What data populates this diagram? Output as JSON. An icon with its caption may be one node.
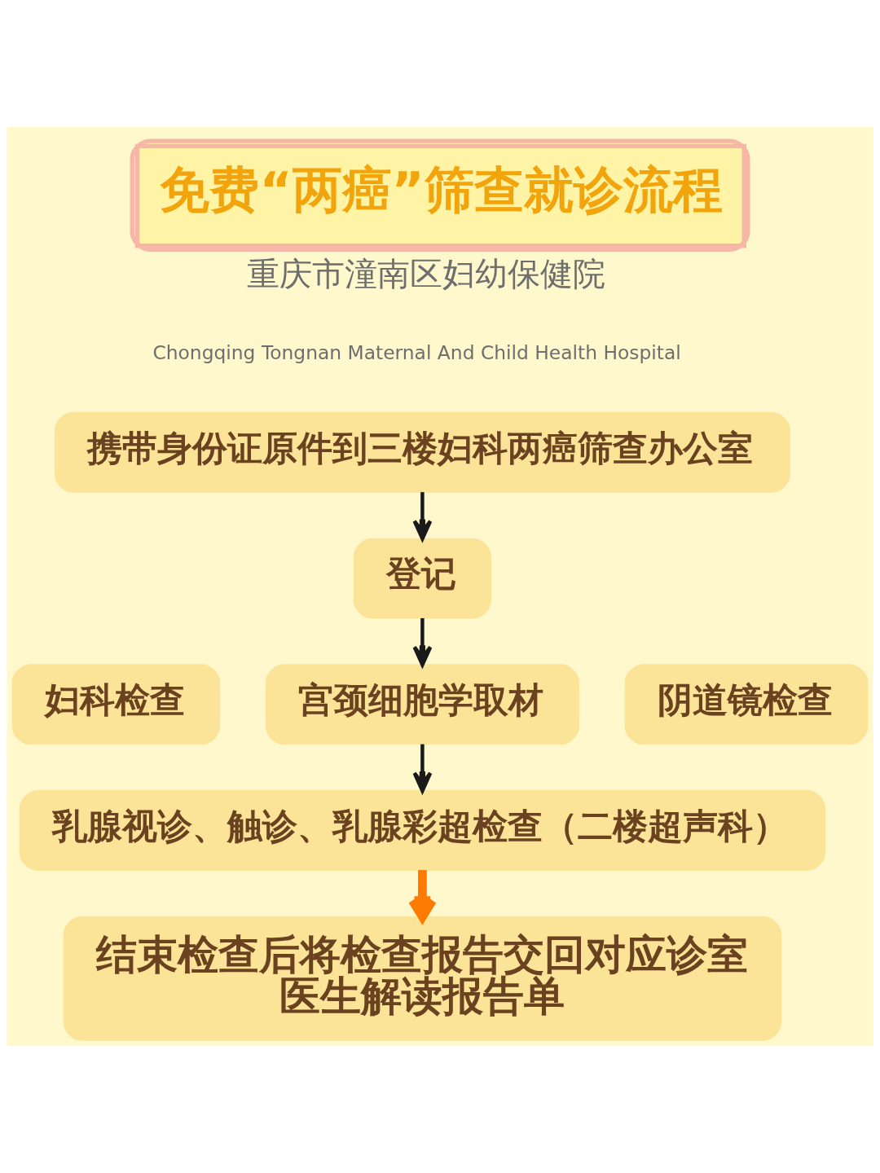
{
  "diagram": {
    "title": "免费“两癌”筛查就诊流程",
    "nodes": [
      {
        "text": [
          "携带身份证原件到三楼妇科两癌筛查办公室"
        ]
      },
      {
        "text": [
          "登记"
        ]
      },
      {
        "text": [
          "妇科检查"
        ]
      },
      {
        "text": [
          "宫颈细胞学取材"
        ]
      },
      {
        "text": [
          "阴道镜检查"
        ]
      },
      {
        "text": [
          "乳腺视诊、触诊、乳腺彩超检查（二楼超声科）"
        ]
      },
      {
        "text": [
          "结束检查后将检查报告交回对应诊室医生解读报告单"
        ]
      }
    ],
    "edges": [
      {
        "from": 0,
        "to": 1,
        "arrow": "to"
      },
      {
        "from": 1,
        "to": 3,
        "arrow": "to"
      },
      {
        "from": 3,
        "to": 5,
        "arrow": "to"
      },
      {
        "from": 5,
        "to": 6,
        "arrow": "to",
        "style": "thick",
        "color": "#ff7a00"
      }
    ],
    "labels": [
      "重庆市潼南区妇幼保健院",
      "Chongqing Tongnan Maternal And Child Health Hospital"
    ]
  }
}
